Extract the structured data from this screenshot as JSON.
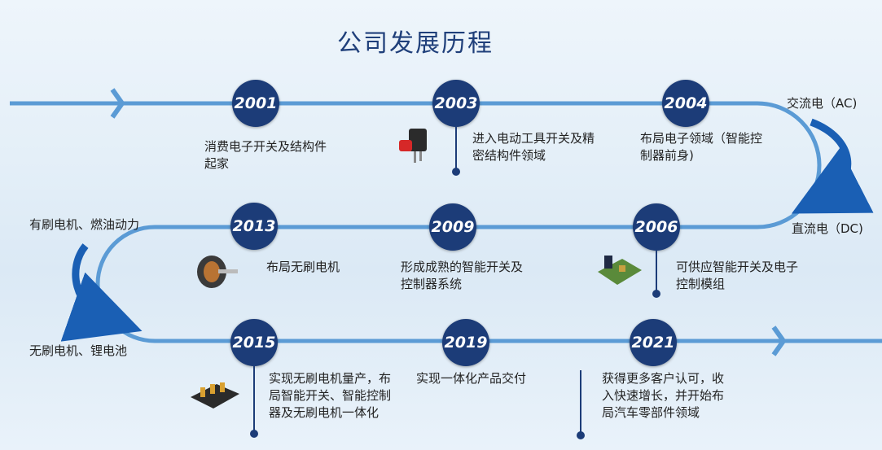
{
  "title": "公司发展历程",
  "milestones": [
    {
      "year": "2001",
      "text": "消费电子开关及结构件起家"
    },
    {
      "year": "2003",
      "text": "进入电动工具开关及精密结构件领域"
    },
    {
      "year": "2004",
      "text": "布局电子领域（智能控制器前身)"
    },
    {
      "year": "2006",
      "text": "可供应智能开关及电子控制模组"
    },
    {
      "year": "2009",
      "text": "形成成熟的智能开关及控制器系统"
    },
    {
      "year": "2013",
      "text": "布局无刷电机"
    },
    {
      "year": "2015",
      "text": "实现无刷电机量产，布局智能开关、智能控制器及无刷电机一体化"
    },
    {
      "year": "2019",
      "text": "实现一体化产品交付"
    },
    {
      "year": "2021",
      "text": "获得更多客户认可，收入快速增长，并开始布局汽车零部件领域"
    }
  ],
  "labels": {
    "ac": "交流电（AC)",
    "dc": "直流电（DC)",
    "brushed": "有刷电机、燃油动力",
    "brushless": "无刷电机、锂电池"
  },
  "colors": {
    "track": "#5b9bd5",
    "circle": "#1c3c78",
    "title": "#1f3f7a"
  }
}
